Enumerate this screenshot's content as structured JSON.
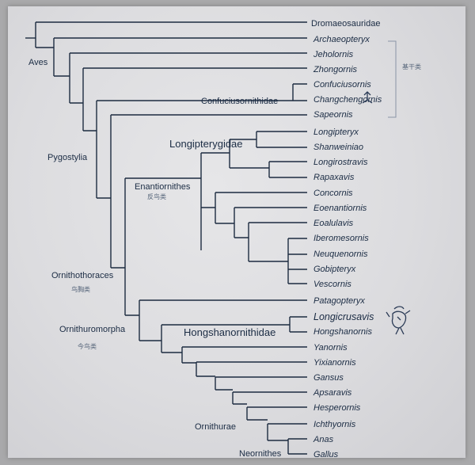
{
  "taxa": [
    "Dromaeosauridae",
    "Archaeopteryx",
    "Jeholornis",
    "Zhongornis",
    "Confuciusornis",
    "Changchengornis",
    "Sapeornis",
    "Longipteryx",
    "Shanweiniao",
    "Longirostravis",
    "Rapaxavis",
    "Concornis",
    "Eoenantiornis",
    "Eoalulavis",
    "Iberomesornis",
    "Neuquenornis",
    "Gobipteryx",
    "Vescornis",
    "Patagopteryx",
    "Longicrusavis",
    "Hongshanornis",
    "Yanornis",
    "Yixianornis",
    "Gansus",
    "Apsaravis",
    "Hesperornis",
    "Ichthyornis",
    "Anas",
    "Gallus"
  ],
  "clades": {
    "aves": "Aves",
    "pygostylia": "Pygostylia",
    "confuciusornithidae": "Confuciusornithidae",
    "longipterygidae": "Longipterygidae",
    "enantiornithes": "Enantiornithes",
    "ornithothoraces": "Ornithothoraces",
    "ornithuromorpha": "Ornithuromorpha",
    "hongshanornithidae": "Hongshanornithidae",
    "ornithurae": "Ornithurae",
    "neornithes": "Neornithes"
  },
  "chinese": {
    "basal": "基干类",
    "enantiornithes": "反鸟类",
    "ornithothoraces": "鸟胸类",
    "ornithuromorpha": "今鸟类"
  },
  "colors": {
    "line": "#1c2b40",
    "text": "#1b2c44"
  }
}
